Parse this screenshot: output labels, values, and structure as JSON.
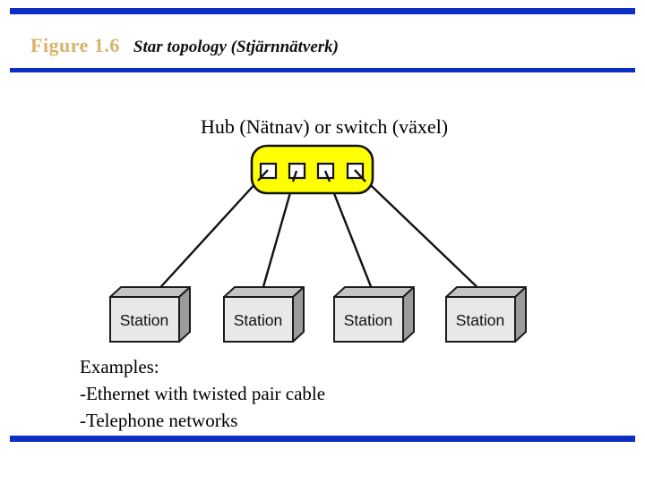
{
  "slide": {
    "figure_label": "Figure 1.6",
    "figure_title": "Star topology (Stjärnnätverk)",
    "hub_label": "Hub (Nätnav) or switch (växel)",
    "examples": {
      "heading": "Examples:",
      "items": [
        "-Ethernet with twisted pair cable",
        "-Telephone networks"
      ]
    }
  },
  "diagram": {
    "hub": {
      "name": "hub-or-switch",
      "port_count": 4
    },
    "stations": [
      {
        "label": "Station"
      },
      {
        "label": "Station"
      },
      {
        "label": "Station"
      },
      {
        "label": "Station"
      }
    ]
  },
  "colors": {
    "accent_blue": "#0c2ec2",
    "figure_label_gold": "#d9b36c",
    "hub_yellow": "#ffff00",
    "station_front": "#e8e8e8",
    "station_top": "#c4c4c4",
    "station_side": "#9b9b9b"
  }
}
